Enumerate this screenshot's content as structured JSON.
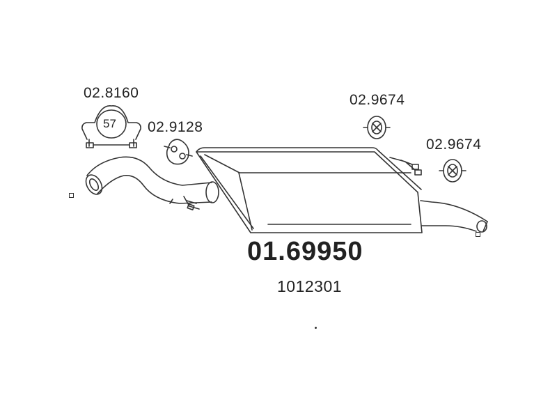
{
  "diagram": {
    "main_part_number": "01.69950",
    "oem_number": "1012301",
    "components": {
      "clamp": {
        "code": "02.8160",
        "size_label": "57"
      },
      "rubber_mount": {
        "code": "02.9128"
      },
      "hanger_upper": {
        "code": "02.9674"
      },
      "hanger_lower": {
        "code": "02.9674"
      }
    },
    "colors": {
      "line": "#333333",
      "background": "#ffffff"
    }
  }
}
